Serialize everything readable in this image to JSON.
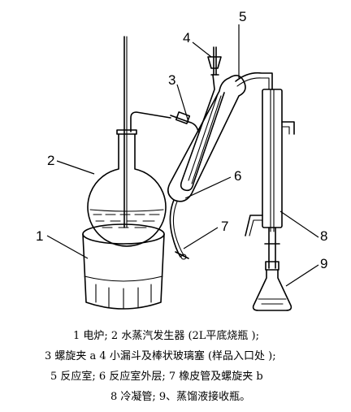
{
  "labels": {
    "l1": "1",
    "l2": "2",
    "l3": "3",
    "l4": "4",
    "l5": "5",
    "l6": "6",
    "l7": "7",
    "l8": "8",
    "l9": "9"
  },
  "caption": {
    "line1": "1  电炉; 2  水蒸汽发生器 (2L平底烧瓶 );",
    "line2": "3  螺旋夹  a 4  小漏斗及棒状玻璃塞 (样品入口处 );",
    "line3": "5  反应室; 6  反应室外层; 7  橡皮管及螺旋夹  b",
    "line4": "8  冷凝管; 9、蒸馏液接收瓶。"
  }
}
